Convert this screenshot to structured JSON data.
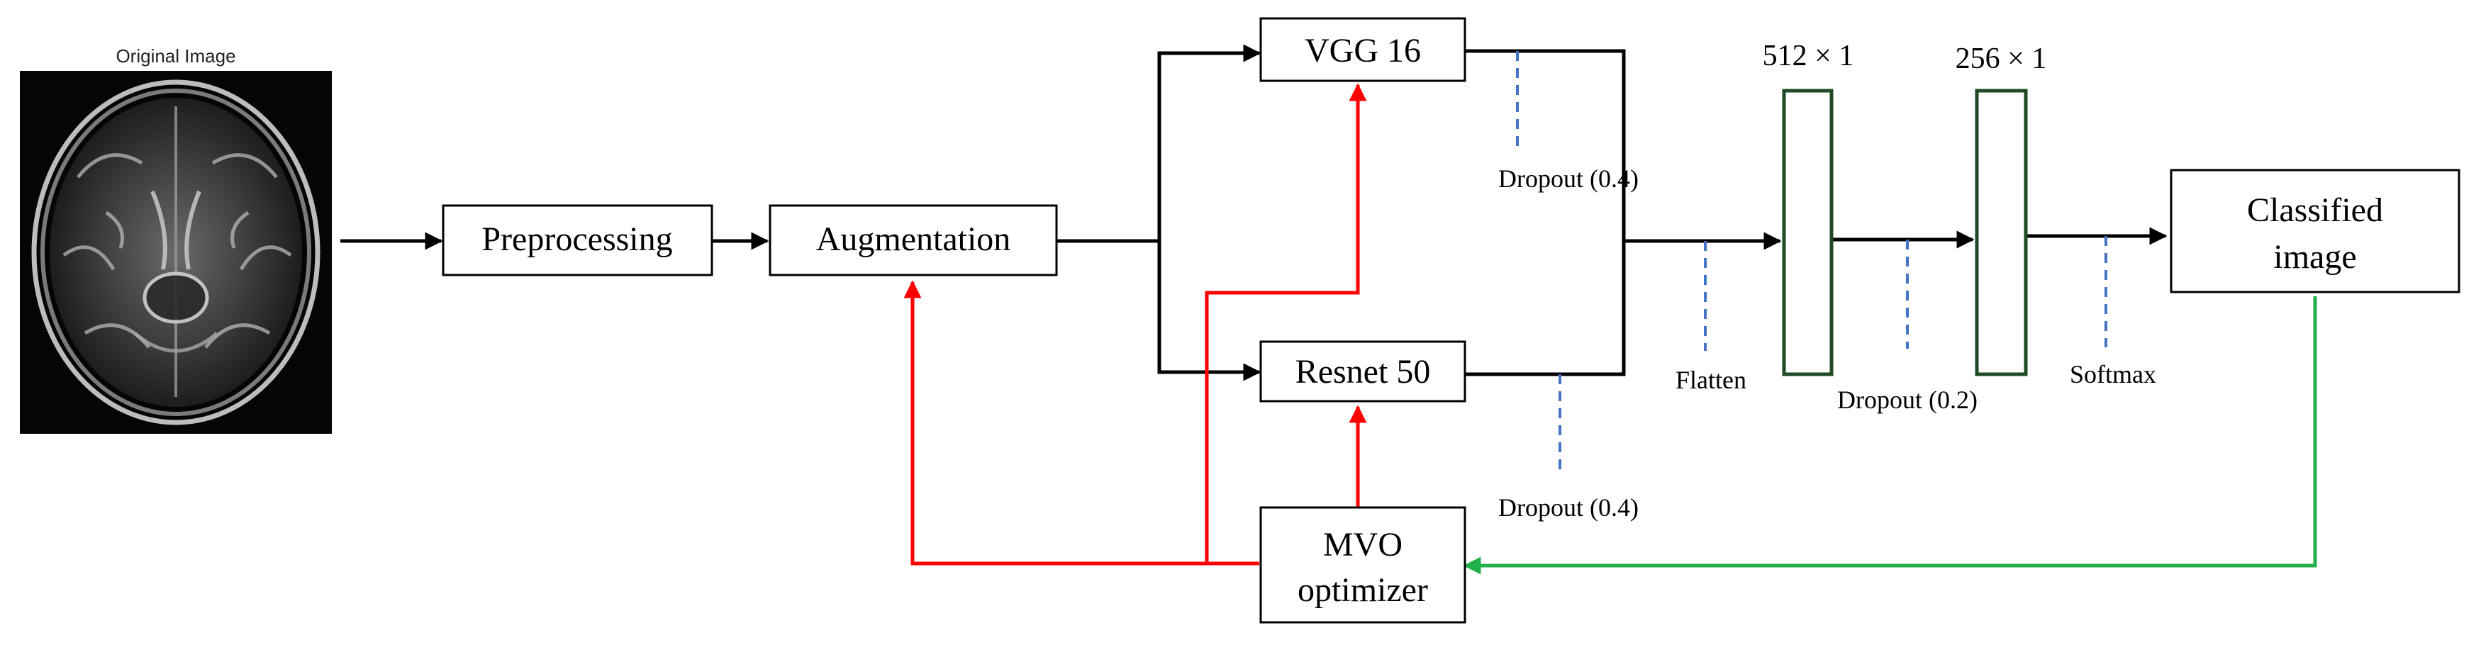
{
  "original_image": {
    "caption": "Original Image"
  },
  "nodes": {
    "preprocessing": "Preprocessing",
    "augmentation": "Augmentation",
    "vgg16": "VGG 16",
    "resnet50": "Resnet 50",
    "mvo_line1": "MVO",
    "mvo_line2": "optimizer",
    "classified_line1": "Classified",
    "classified_line2": "image"
  },
  "layers": {
    "dense1_size": "512 × 1",
    "dense2_size": "256 × 1"
  },
  "annotations": {
    "dropout_vgg": "Dropout (0.4)",
    "dropout_resnet": "Dropout (0.4)",
    "flatten": "Flatten",
    "dropout_mid": "Dropout (0.2)",
    "softmax": "Softmax"
  },
  "colors": {
    "main_flow": "#000000",
    "optimizer_feedback": "#ff0000",
    "classification_feedback": "#22b04b",
    "dropout_markers": "#4472c4",
    "dense_layer_outline": "#1f4a26"
  }
}
